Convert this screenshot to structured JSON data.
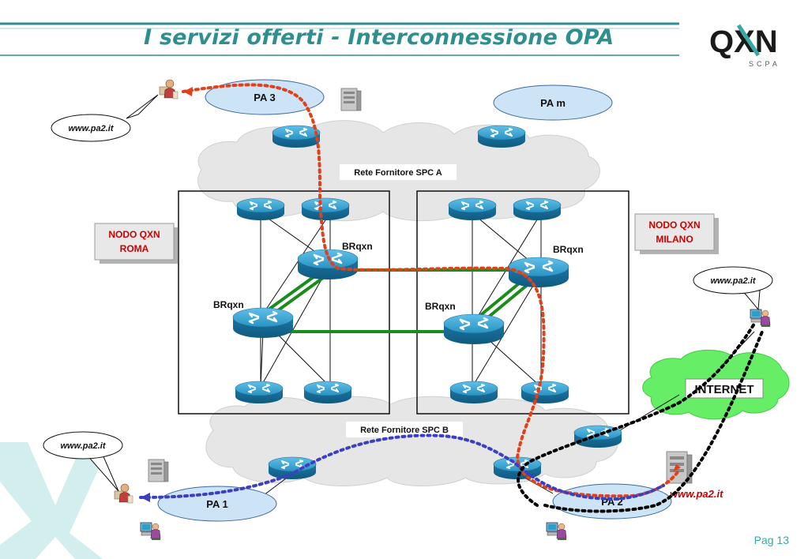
{
  "header": {
    "title": "I servizi offerti - Interconnessione OPA",
    "logo_text": "QXN",
    "logo_subtext": "SCPA"
  },
  "nodes": {
    "pa3": "PA 3",
    "pam": "PA m",
    "pa1": "PA 1",
    "pa2": "PA 2"
  },
  "networks": {
    "rete_a": "Rete Fornitore SPC A",
    "rete_b": "Rete Fornitore SPC B",
    "internet": "INTERNET"
  },
  "sites": {
    "roma_line1": "NODO QXN",
    "roma_line2": "ROMA",
    "milano_line1": "NODO QXN",
    "milano_line2": "MILANO"
  },
  "routers": {
    "br_label": "BRqxn"
  },
  "callouts": {
    "top_left": "www.pa2.it",
    "right": "www.pa2.it",
    "bottom_left": "www.pa2.it",
    "server_label": "www.pa2.it"
  },
  "footer": {
    "page": "Pag 13"
  },
  "colors": {
    "title": "#2f8f8f",
    "cloud": "#e6e6e6",
    "internet_cloud": "#66ee66",
    "router": "#2a93c2",
    "ellipse": "#cde3f6",
    "link_green": "#1a8c1a",
    "path_red": "#e0401a",
    "path_blue": "#3b3fc2",
    "path_black": "#000000",
    "site_label": "#cc0000"
  }
}
